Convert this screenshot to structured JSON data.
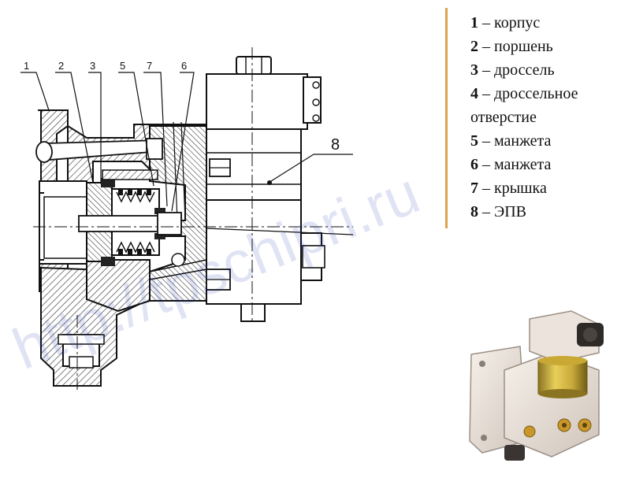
{
  "callouts": {
    "c1": "1",
    "c2": "2",
    "c3": "3",
    "c5": "5",
    "c7": "7",
    "c6": "6",
    "c8": "8"
  },
  "legend": [
    {
      "num": "1",
      "text": " – корпус"
    },
    {
      "num": "2",
      "text": " – поршень"
    },
    {
      "num": "3",
      "text": " – дроссель"
    },
    {
      "num": "4",
      "text": " – дроссельное отверстие"
    },
    {
      "num": "5",
      "text": " – манжета"
    },
    {
      "num": "6",
      "text": " – манжета"
    },
    {
      "num": "7",
      "text": " – крышка"
    },
    {
      "num": "8",
      "text": " – ЭПВ"
    }
  ],
  "watermark": "http://tpschipri.ru",
  "colors": {
    "divider": "#e2a24b",
    "watermark": "#1a2fa8",
    "photo_body": "#f0e8e0",
    "photo_coil": "#d4b63a",
    "photo_bolt": "#c9962a"
  }
}
